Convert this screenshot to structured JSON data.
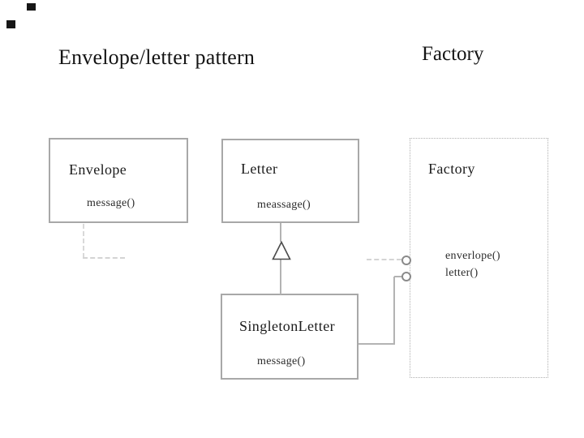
{
  "slide": {
    "title": "Envelope/letter pattern",
    "annotation": "Factory"
  },
  "diagram": {
    "classes": [
      {
        "name": "Envelope",
        "methods": [
          "message()"
        ]
      },
      {
        "name": "Letter",
        "methods": [
          "meassage()"
        ]
      },
      {
        "name": "SingletonLetter",
        "methods": [
          "message()"
        ]
      },
      {
        "name": "Factory",
        "methods": [
          "enverlope()",
          "letter()"
        ]
      }
    ],
    "relationships": [
      {
        "type": "generalization",
        "from": "SingletonLetter",
        "to": "Letter"
      },
      {
        "type": "dashed-link",
        "from": "Envelope",
        "to": "Factory"
      },
      {
        "type": "solid-link",
        "from": "SingletonLetter",
        "to": "Factory"
      }
    ],
    "colors": {
      "box_border": "#a8a8a8",
      "dotted_border": "#b0b0b0",
      "line": "#b3b3b3",
      "dashed_line": "#d9d9d9",
      "triangle_stroke": "#4a4a4a",
      "socket_stroke": "#8a8a8a",
      "text": "#1f1f1f"
    }
  }
}
